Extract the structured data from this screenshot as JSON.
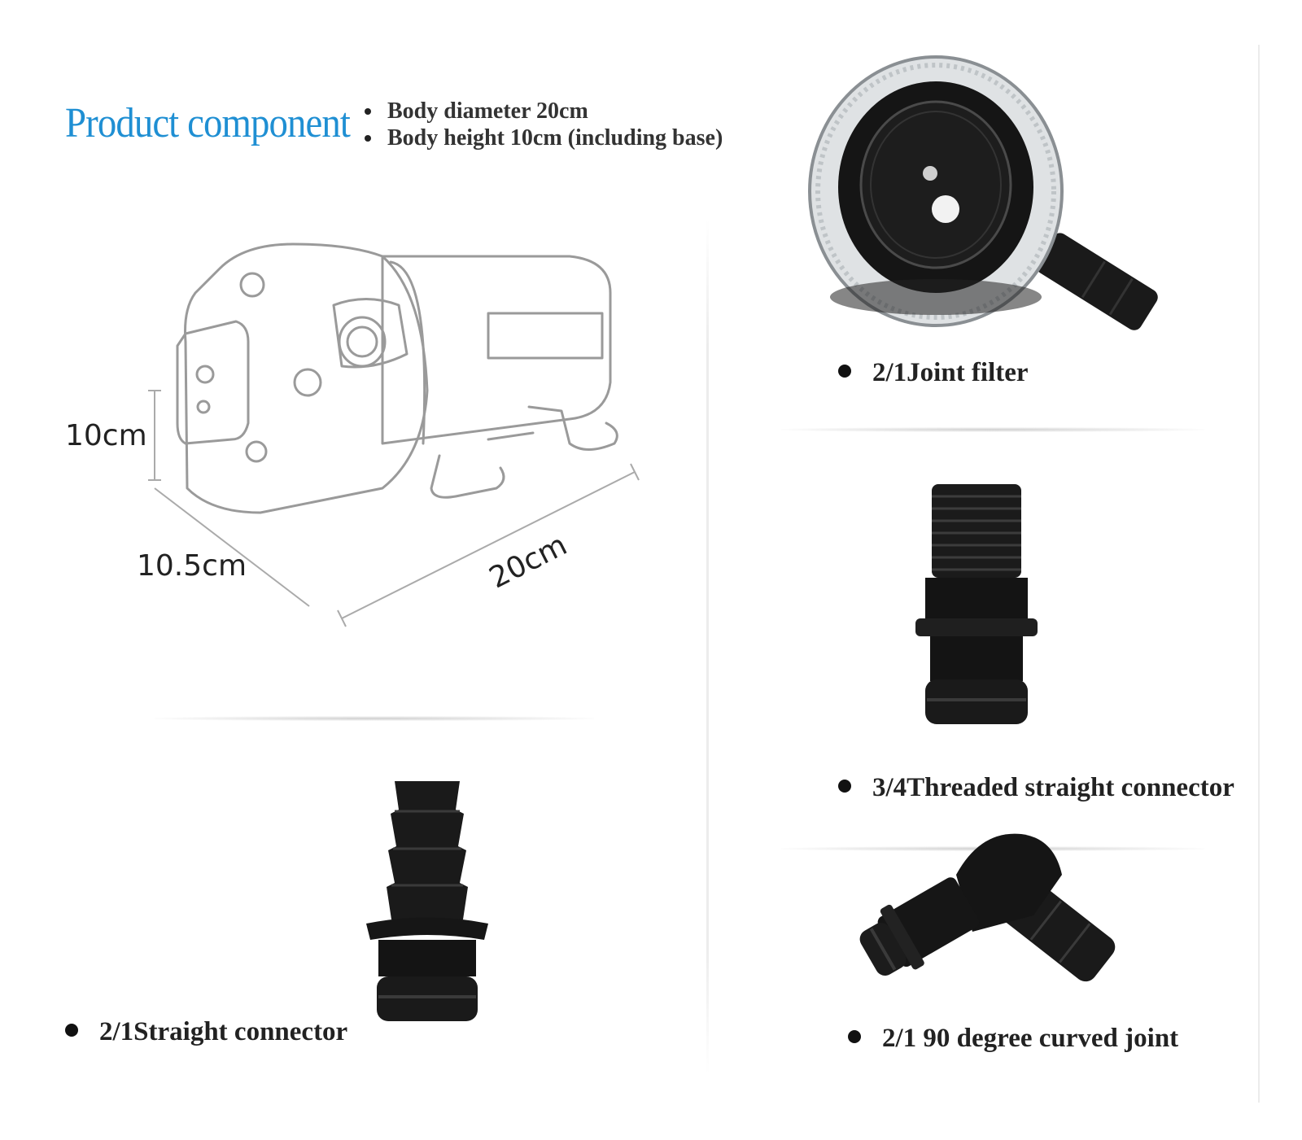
{
  "header": {
    "title": "Product component",
    "specs": [
      "Body diameter 20cm",
      "Body height 10cm (including base)"
    ]
  },
  "pump_drawing": {
    "dimensions": {
      "height": "10cm",
      "depth": "10.5cm",
      "length": "20cm"
    }
  },
  "components": [
    {
      "caption": "2/1Joint filter",
      "icon": "filter-icon"
    },
    {
      "caption": "3/4Threaded straight connector",
      "icon": "threaded-connector-icon"
    },
    {
      "caption": "2/1Straight connector",
      "icon": "straight-connector-icon"
    },
    {
      "caption": "2/1 90 degree curved joint",
      "icon": "elbow-joint-icon"
    }
  ],
  "colors": {
    "title": "#1f8fd3",
    "text": "#222222",
    "part": "#111111"
  }
}
